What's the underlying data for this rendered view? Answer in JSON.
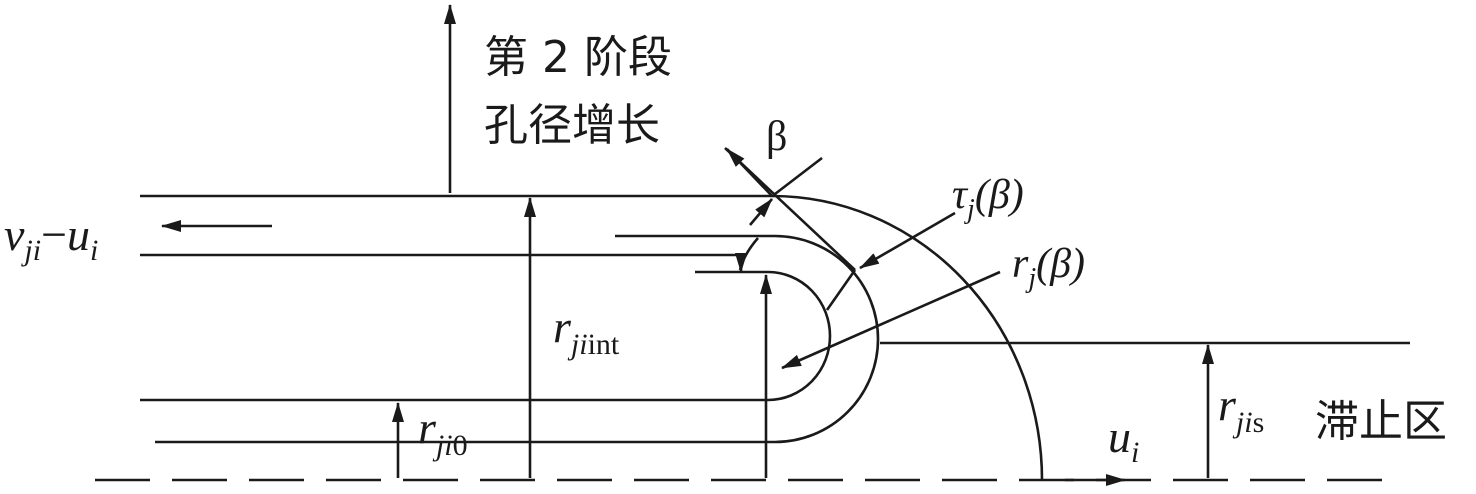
{
  "labels": {
    "stage2_line1": "第 2 阶段",
    "stage2_line2": "孔径增长",
    "beta": "β",
    "tau": {
      "main": "τ",
      "sub": "j",
      "arg": "(β)"
    },
    "r_beta": {
      "main": "r",
      "sub": "j",
      "arg": "(β)"
    },
    "rel_velocity": {
      "v": "v",
      "v_sub": "ji",
      "dash": "−",
      "u": "u",
      "u_sub": "i"
    },
    "r_int": {
      "main": "r",
      "sub": "ji",
      "sub2": "int"
    },
    "r_0": {
      "main": "r",
      "sub": "ji",
      "sub2": "0"
    },
    "r_s": {
      "main": "r",
      "sub": "ji",
      "sub2": "s"
    },
    "stagnation": "滞止区",
    "u_i": {
      "main": "u",
      "sub": "i"
    }
  }
}
